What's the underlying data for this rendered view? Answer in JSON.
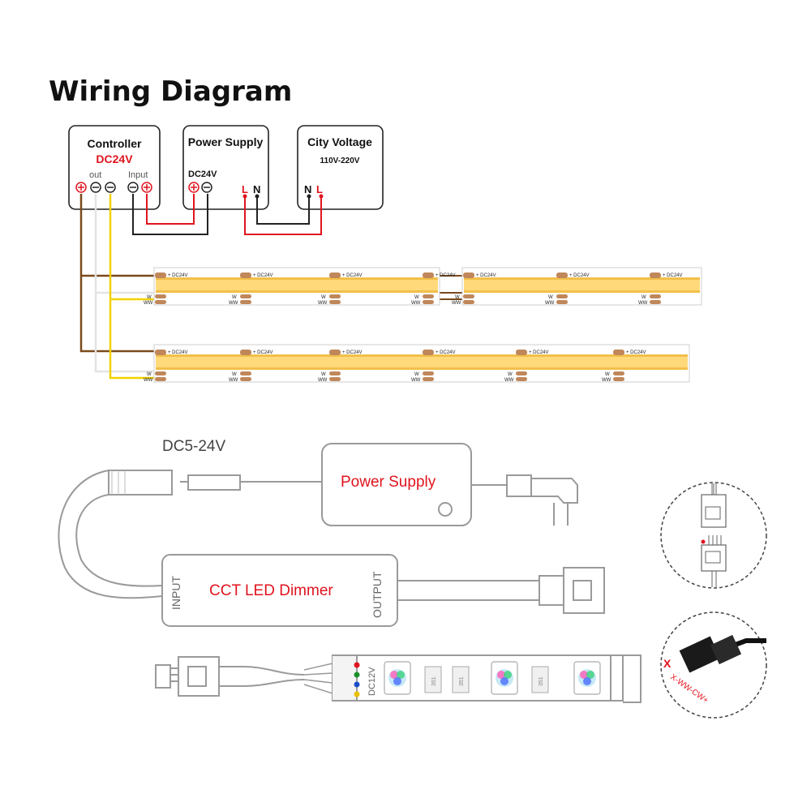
{
  "title": "Wiring Diagram",
  "boxes": {
    "controller": {
      "title": "Controller",
      "voltage": "DC24V",
      "out_label": "out",
      "input_label": "Input"
    },
    "power_supply": {
      "title": "Power Supply",
      "voltage": "DC24V",
      "terminal_l": "L",
      "terminal_n": "N"
    },
    "city_voltage": {
      "title": "City Voltage",
      "range": "110V-220V",
      "terminal_n": "N",
      "terminal_l": "L"
    }
  },
  "strip_labels": {
    "plus": "+ DC24V",
    "w": "W",
    "ww": "WW"
  },
  "bottom": {
    "voltage": "DC5-24V",
    "power_supply_label": "Power Supply",
    "dimmer_label": "CCT LED Dimmer",
    "input_label": "INPUT",
    "output_label": "OUTPUT",
    "strip_voltage": "DC12V",
    "chip_label": "351",
    "connector_pins": "X-WW-CW+"
  },
  "colors": {
    "wire_brown": "#7a4a1c",
    "wire_yellow": "#f2d100",
    "wire_white": "#e4e4e4",
    "wire_red": "#e0141e",
    "strip_yellow": "#ffd97a",
    "strip_edge": "#f2bf4a"
  }
}
